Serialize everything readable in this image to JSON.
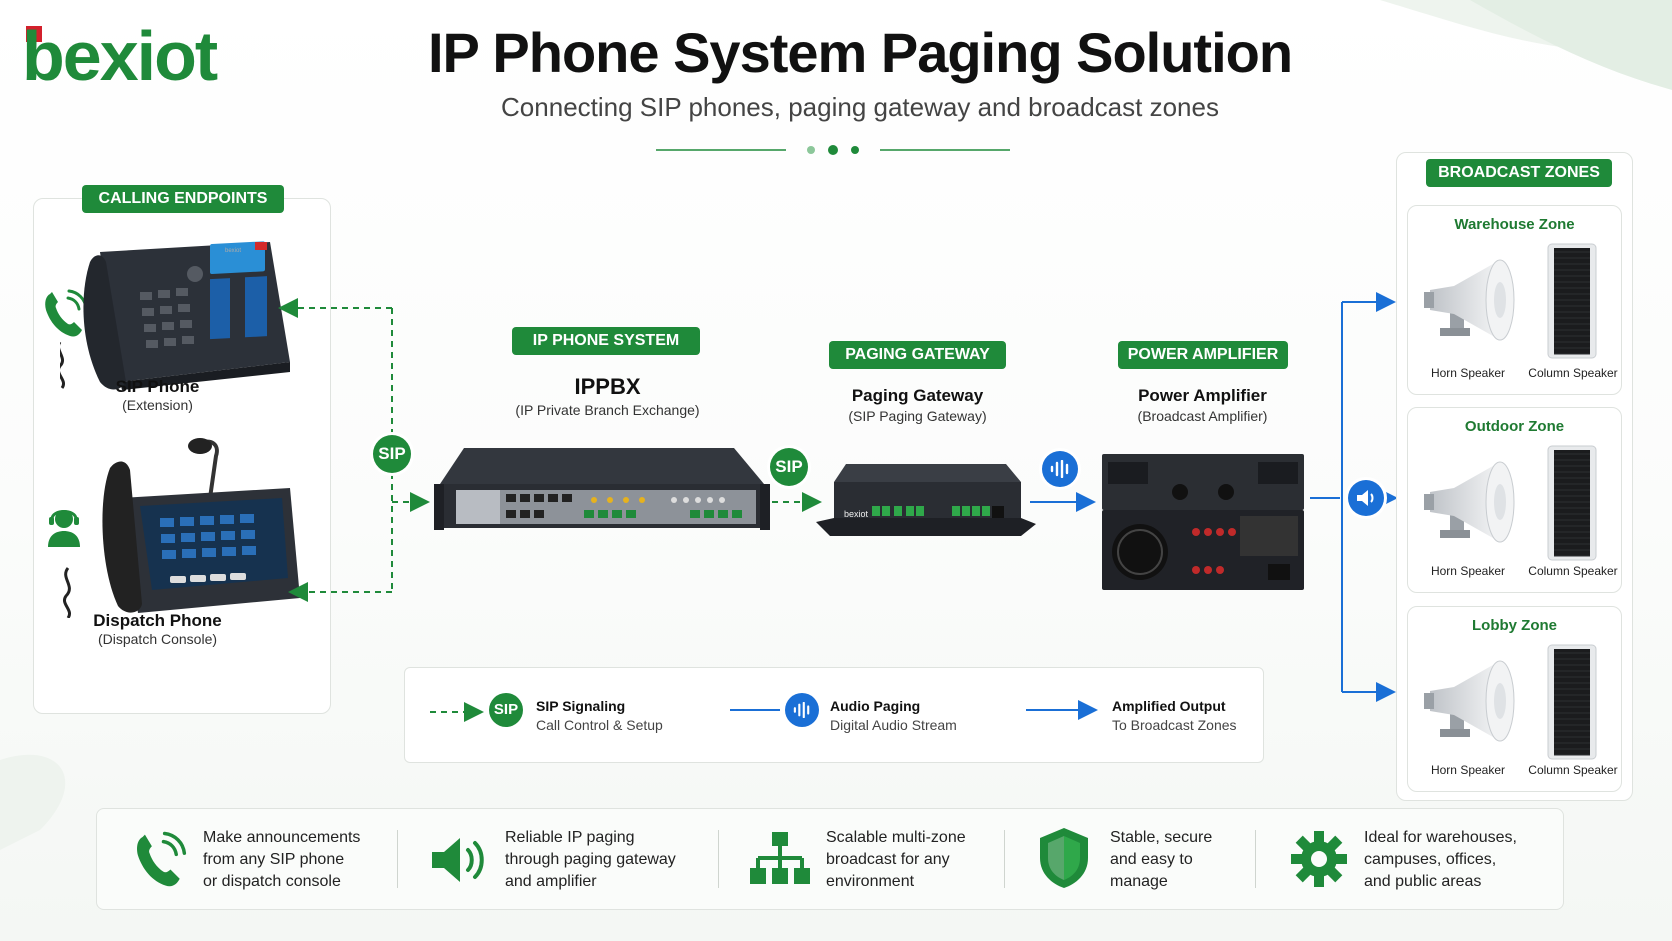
{
  "logo": {
    "text": "bexiot"
  },
  "header": {
    "title": "IP Phone System Paging Solution",
    "subtitle": "Connecting SIP phones, paging gateway and broadcast zones"
  },
  "endpoints": {
    "label": "CALLING ENDPOINTS",
    "sip_phone": {
      "title": "SIP Phone",
      "sub": "(Extension)",
      "brand": "bexiot"
    },
    "dispatch_phone": {
      "title": "Dispatch Phone",
      "sub": "(Dispatch Console)"
    }
  },
  "ippbx": {
    "label": "IP PHONE SYSTEM",
    "title": "IPPBX",
    "sub": "(IP Private Branch Exchange)"
  },
  "gateway": {
    "label": "PAGING GATEWAY",
    "title": "Paging Gateway",
    "sub": "(SIP Paging Gateway)",
    "brand": "bexiot"
  },
  "amplifier": {
    "label": "POWER AMPLIFIER",
    "title": "Power Amplifier",
    "sub": "(Broadcast Amplifier)"
  },
  "badges": {
    "sip": "SIP"
  },
  "zones": {
    "label": "BROADCAST ZONES",
    "items": [
      {
        "name": "Warehouse Zone",
        "horn": "Horn Speaker",
        "column": "Column Speaker"
      },
      {
        "name": "Outdoor Zone",
        "horn": "Horn Speaker",
        "column": "Column Speaker"
      },
      {
        "name": "Lobby Zone",
        "horn": "Horn Speaker",
        "column": "Column Speaker"
      }
    ]
  },
  "legend": [
    {
      "title": "SIP Signaling",
      "sub": "Call Control & Setup",
      "badge": "SIP"
    },
    {
      "title": "Audio Paging",
      "sub": "Digital Audio Stream"
    },
    {
      "title": "Amplified Output",
      "sub": "To Broadcast Zones"
    }
  ],
  "features": [
    {
      "icon": "phone-ringing-icon",
      "lines": [
        "Make announcements",
        "from any SIP phone",
        "or dispatch console"
      ]
    },
    {
      "icon": "speaker-icon",
      "lines": [
        "Reliable IP paging",
        "through paging gateway",
        "and amplifier"
      ]
    },
    {
      "icon": "network-tree-icon",
      "lines": [
        "Scalable multi-zone",
        "broadcast for any",
        "environment"
      ]
    },
    {
      "icon": "shield-icon",
      "lines": [
        "Stable, secure",
        "and easy to",
        "manage"
      ]
    },
    {
      "icon": "gear-icon",
      "lines": [
        "Ideal for warehouses,",
        "campuses, offices,",
        "and public areas"
      ]
    }
  ],
  "colors": {
    "green": "#1f8a3a",
    "blue": "#1a6fd6"
  }
}
